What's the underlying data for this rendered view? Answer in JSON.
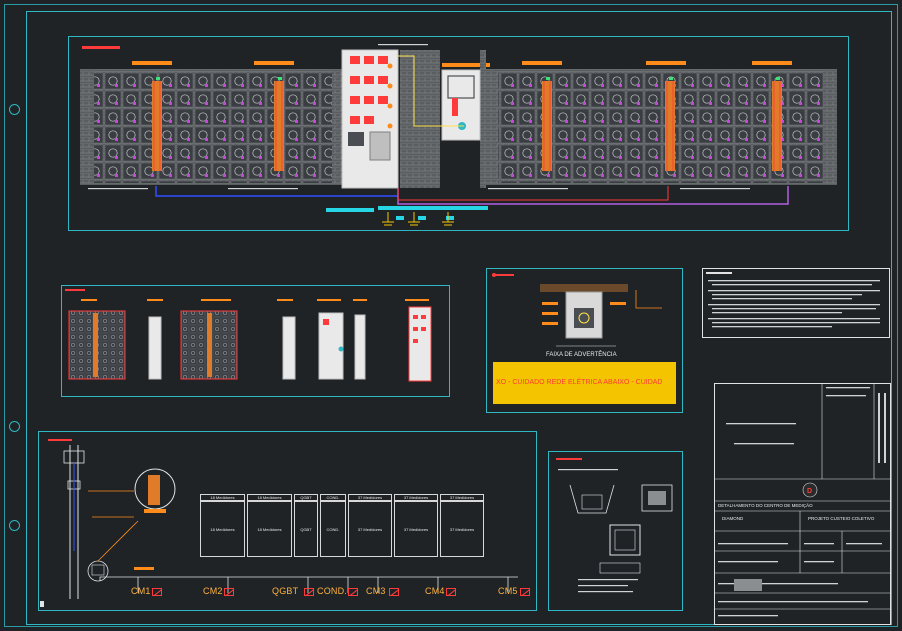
{
  "sheet": {
    "background": "#1f2326",
    "frame_color": "#2fb7c4",
    "accent_red": "#ff3a3a",
    "accent_orange": "#ff8c1a",
    "accent_yellow": "#f5c400"
  },
  "warning_section": {
    "caption": "FAIXA DE ADVERTÊNCIA",
    "tape_text": "XO - CUIDADO REDE ELÉTRICA ABAIXO - CUIDAD"
  },
  "circuit_labels": [
    "CM1",
    "CM2",
    "QGBT",
    "COND.",
    "CM3",
    "CM4",
    "CM5"
  ],
  "title_block": {
    "title": "DETALHAMENTO DO CENTRO DE MEDIÇÃO",
    "owner_label": "DIAMOND",
    "project_label": "PROJETO CUSTEIO COLETIVO"
  },
  "table_headers": [
    "18 Medidores",
    "18 Medidores",
    "QGBT",
    "COND.",
    "37 Medidores",
    "37 Medidores",
    "37 Medidores"
  ],
  "icons": {
    "hole": "binder-hole-icon",
    "ground": "ground-symbol-icon",
    "meter": "meter-icon",
    "breaker": "breaker-box-icon"
  }
}
